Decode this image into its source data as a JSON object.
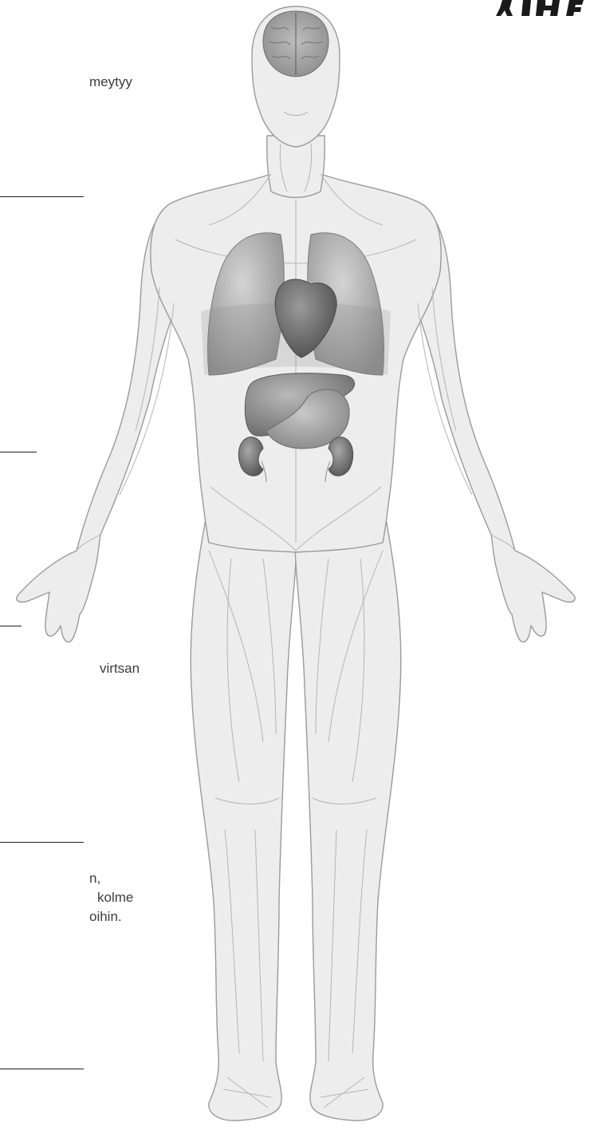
{
  "text_fragments": {
    "f1": "meytyy",
    "f2": "virtsan",
    "f3": "n,",
    "f4": "kolme",
    "f5": "oihin."
  },
  "figure": {
    "subject": "human body front view",
    "organs": [
      "brain",
      "lungs",
      "heart",
      "liver",
      "stomach",
      "kidneys"
    ],
    "colors": {
      "skin_fill": "#ededed",
      "outline": "#9a9a9a",
      "organ_light": "#c6c6c6",
      "organ_mid": "#9a9a9a",
      "organ_dark": "#6c6c6c",
      "rule": "#1e1e1e"
    }
  }
}
